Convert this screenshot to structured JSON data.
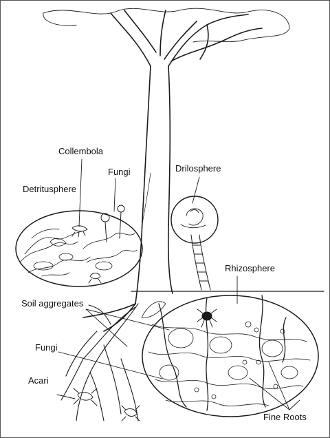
{
  "labels": {
    "collembola": "Collembola",
    "fungi_top": "Fungi",
    "drilosphere": "Drilosphere",
    "detritusphere": "Detritusphere",
    "rhizosphere": "Rhizosphere",
    "soil_aggregates": "Soil aggregates",
    "fungi_bottom": "Fungi",
    "acari": "Acari",
    "fine_roots": "Fine Roots"
  },
  "colors": {
    "ink": "#1a1a1a",
    "background": "#ffffff"
  }
}
